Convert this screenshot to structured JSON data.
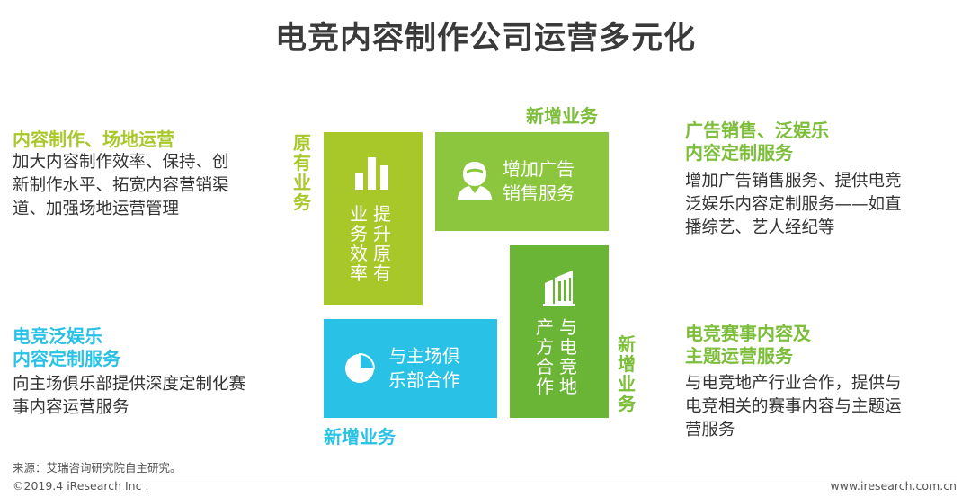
{
  "title": "电竞内容制作公司运营多元化",
  "left_top": {
    "heading": "内容制作、场地运营",
    "body": [
      "加大内容制作效率、保持、创",
      "新制作水平、拓宽内容营销渠",
      "道、加强场地运营管理"
    ]
  },
  "left_bottom": {
    "heading": [
      "电竞泛娱乐",
      "内容定制服务"
    ],
    "body": [
      "向主场俱乐部提供深度定制化赛",
      "事内容运营服务"
    ]
  },
  "right_top": {
    "heading": [
      "广告销售、泛娱乐",
      "内容定制服务"
    ],
    "body": [
      "增加广告销售服务、提供电竞",
      "泛娱乐内容定制服务——如直",
      "播综艺、艺人经纪等"
    ]
  },
  "right_bottom": {
    "heading": [
      "电竞赛事内容及",
      "主题运营服务"
    ],
    "body": [
      "与电竞地产行业合作，提供与",
      "电竞相关的赛事内容与主题运",
      "营服务"
    ]
  },
  "labels": {
    "original_business": "原有业务",
    "new_business_top": "新增业务",
    "new_business_right": "新增业务",
    "new_business_bottom": "新增业务"
  },
  "boxes": {
    "efficiency": {
      "cols": [
        "提升原有",
        "业务效率"
      ],
      "icon": "bar-chart-icon",
      "color": "#a8c82a"
    },
    "ads": {
      "lines": [
        "增加广告",
        "销售服务"
      ],
      "icon": "user-icon",
      "color": "#8cc63f"
    },
    "club": {
      "lines": [
        "与主场俱",
        "乐部合作"
      ],
      "icon": "pie-chart-icon",
      "color": "#29c2e6"
    },
    "realestate": {
      "cols": [
        "与电竞地",
        "产方合作"
      ],
      "icon": "building-icon",
      "color": "#6ab536"
    }
  },
  "footer": {
    "source": "来源：艾瑞咨询研究院自主研究。",
    "copyright": "©2019.4 iResearch Inc .",
    "website": "www.iresearch.com.cn"
  }
}
